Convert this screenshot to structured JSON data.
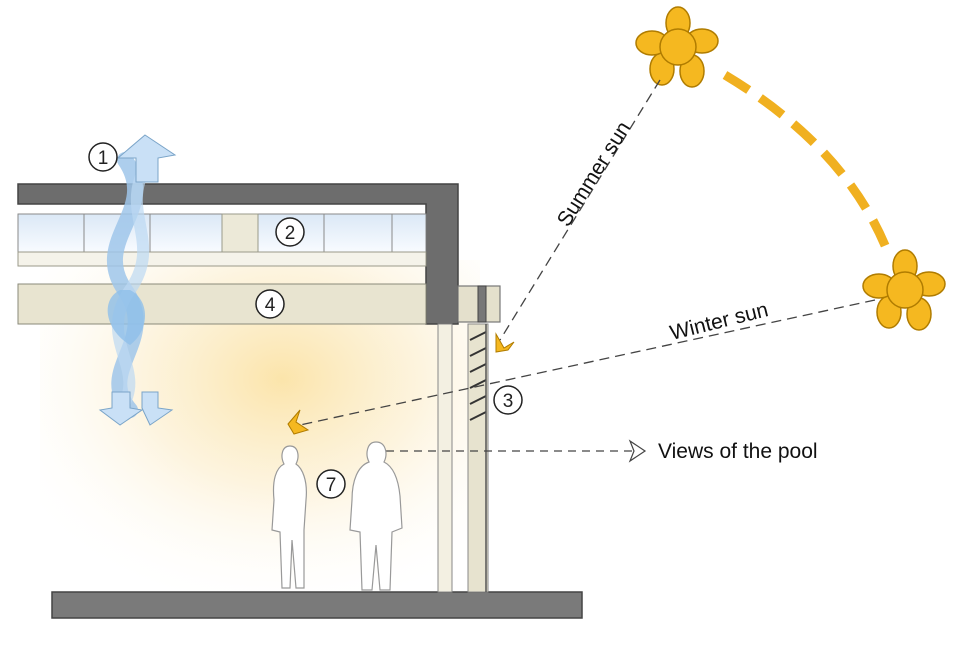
{
  "labels": {
    "summer_sun": "Summer sun",
    "winter_sun": "Winter sun",
    "views": "Views of the pool"
  },
  "markers": {
    "m1": "1",
    "m2": "2",
    "m3": "3",
    "m4": "4",
    "m7": "7"
  },
  "colors": {
    "structure": "#6d6d6d",
    "glazing": "#eef4fb",
    "ceiling": "#ece9d8",
    "airflow": "#a8cdf0",
    "sun": "#f5b820",
    "sun_outline": "#b07c00",
    "light_glow": "#fbe8b5"
  }
}
